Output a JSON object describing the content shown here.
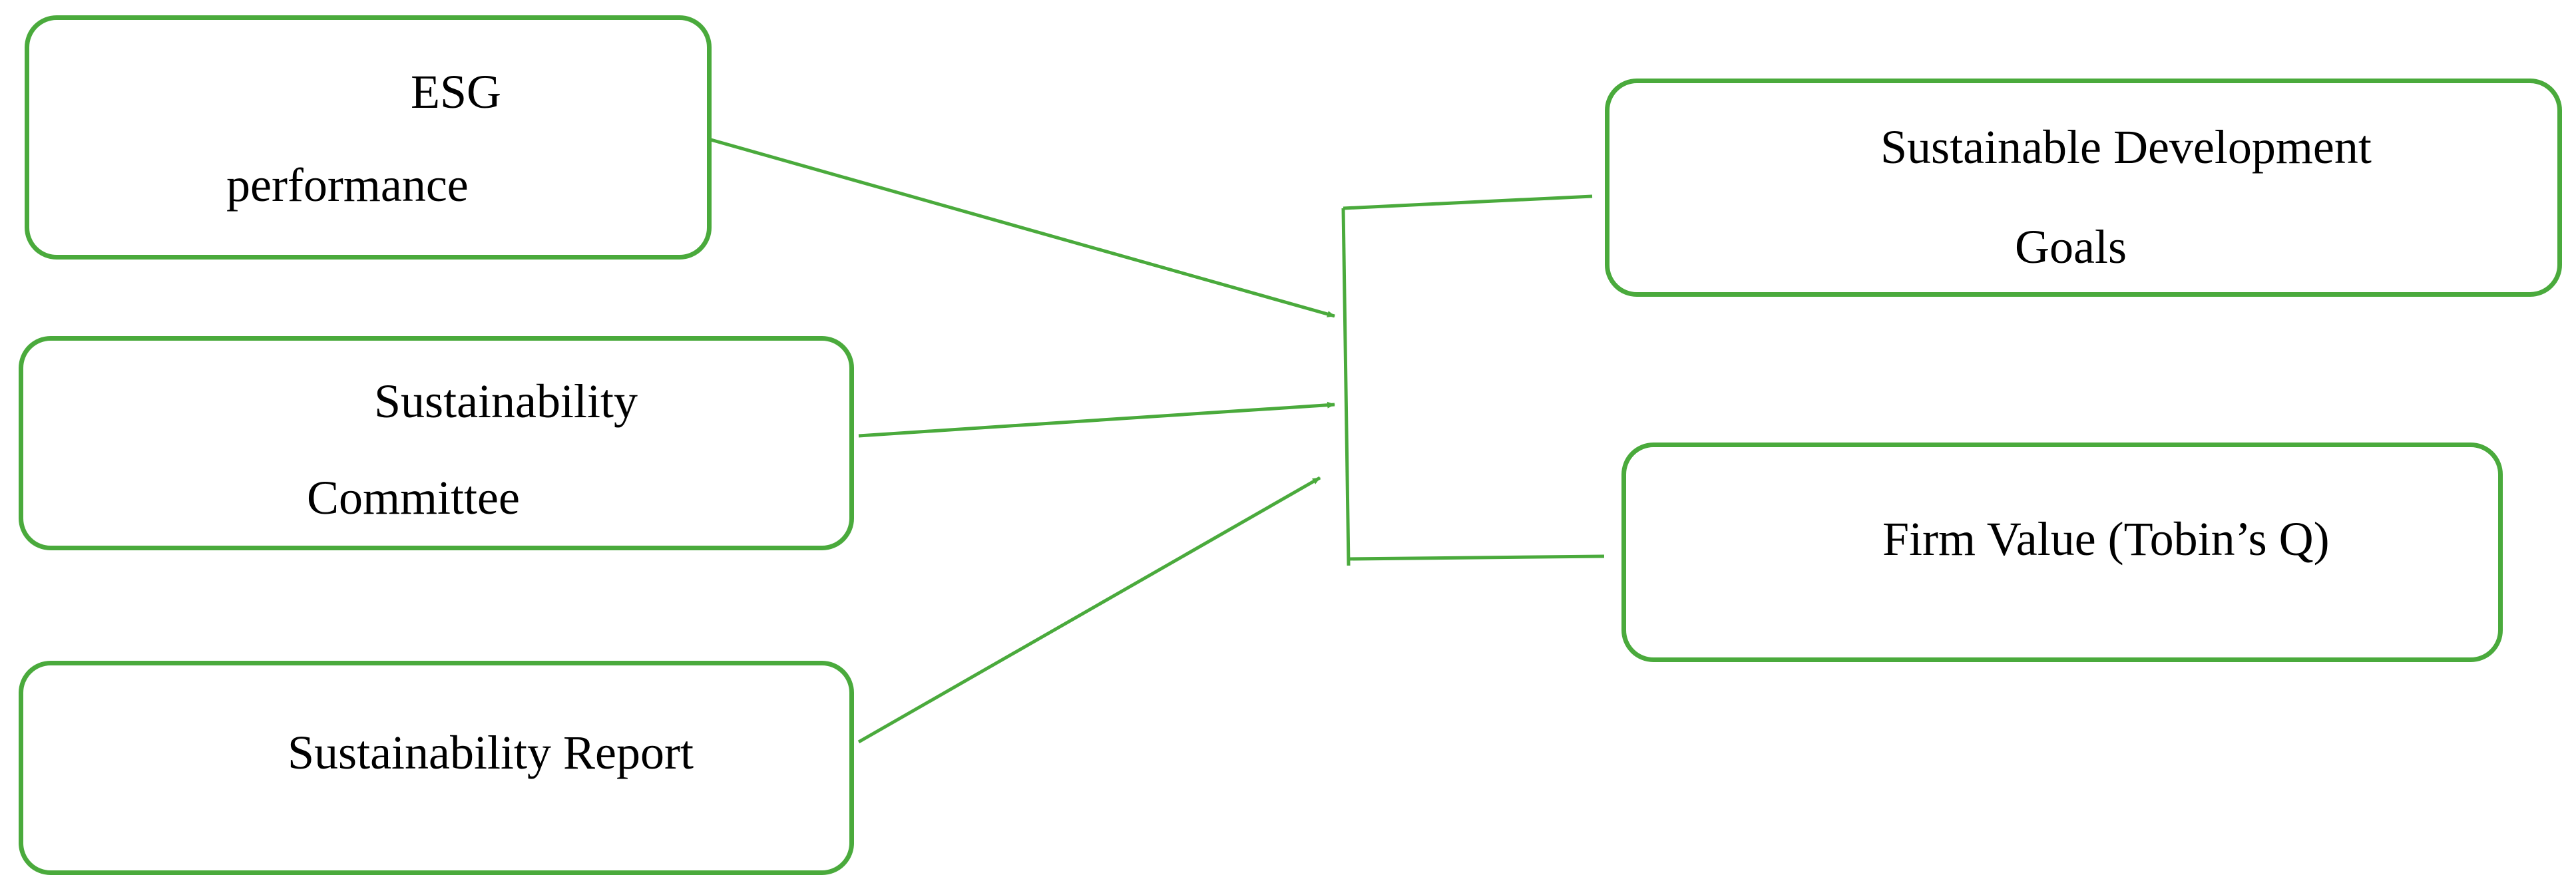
{
  "diagram": {
    "stroke_color": "#4aaa3c",
    "text_color": "#000000",
    "nodes": {
      "esg": {
        "line1": "ESG",
        "line2": "performance"
      },
      "committee": {
        "line1": "Sustainability",
        "line2": "Committee"
      },
      "report": {
        "line1": "Sustainability Report"
      },
      "sdg": {
        "line1": "Sustainable Development",
        "line2": "Goals"
      },
      "firm_value": {
        "line1": "Firm Value (Tobin’s Q)"
      }
    }
  }
}
